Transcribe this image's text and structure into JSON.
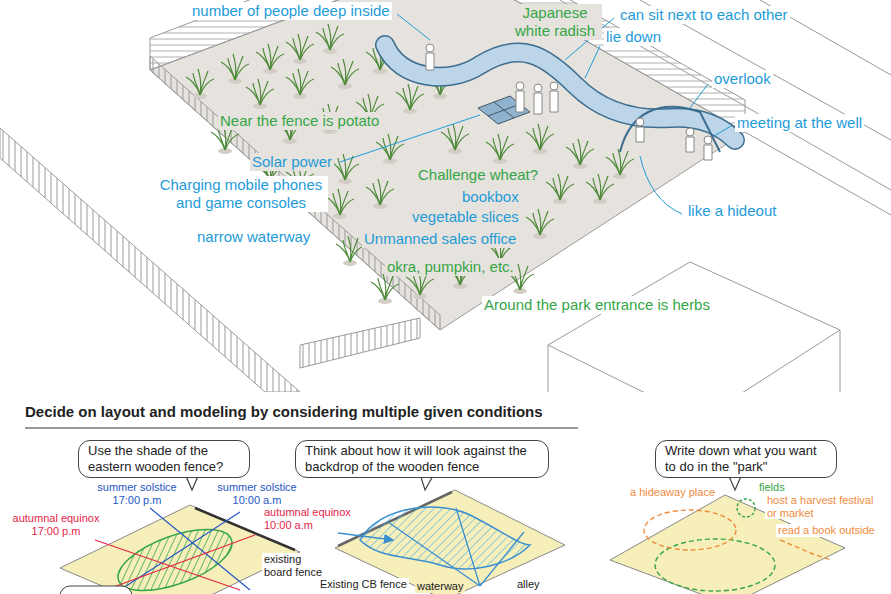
{
  "diagram": {
    "title": "Decide on layout and modeling by considering multiple given conditions",
    "nodes": [
      {
        "text": [
          "Use the shade of the eastern wooden fence?"
        ]
      },
      {
        "text": [
          "Think about how it will look against the backdrop of the wooden fence"
        ]
      },
      {
        "text": [
          "Write down what you want to do in the \"park\""
        ]
      }
    ],
    "labels": [
      "number of people deep inside",
      "Japanese white radish",
      "can sit next to each other",
      "lie down",
      "overlook",
      "meeting at the well",
      "Near the fence is potato",
      "Solar power",
      "Charging mobile phones and game consoles",
      "Challenge wheat?",
      "bookbox",
      "like a hideout",
      "vegetable slices",
      "narrow waterway",
      "Unmanned sales office",
      "okra, pumpkin, etc.",
      "Around the park entrance is herbs",
      "summer solstice 17:00 p.m",
      "summer solstice 10:00 a.m",
      "autumnal equinox 17:00 p.m",
      "autumnal equinox 10:00 a.m",
      "existing board fence",
      "Existing CB fence",
      "waterway",
      "alley",
      "a hideaway place",
      "fields",
      "host a harvest festival or market",
      "read a book outside"
    ]
  }
}
